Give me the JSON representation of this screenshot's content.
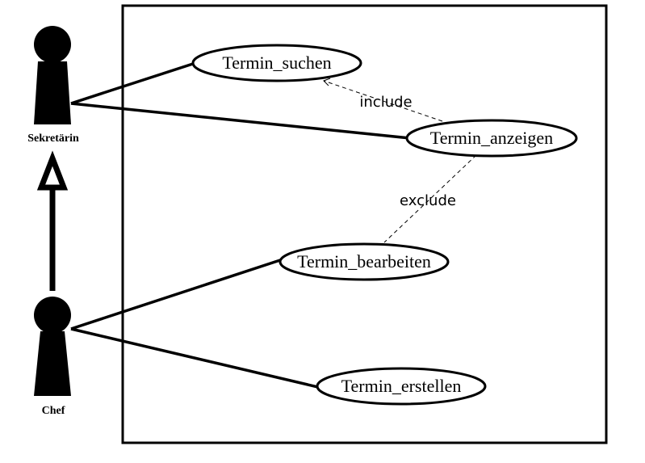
{
  "actors": {
    "sekretaerin": {
      "label": "Sekretärin"
    },
    "chef": {
      "label": "Chef"
    }
  },
  "use_cases": {
    "suchen": "Termin_suchen",
    "anzeigen": "Termin_anzeigen",
    "bearbeiten": "Termin_bearbeiten",
    "erstellen": "Termin_erstellen"
  },
  "relations": {
    "include_label": "include",
    "exclude_label": "exclude"
  }
}
